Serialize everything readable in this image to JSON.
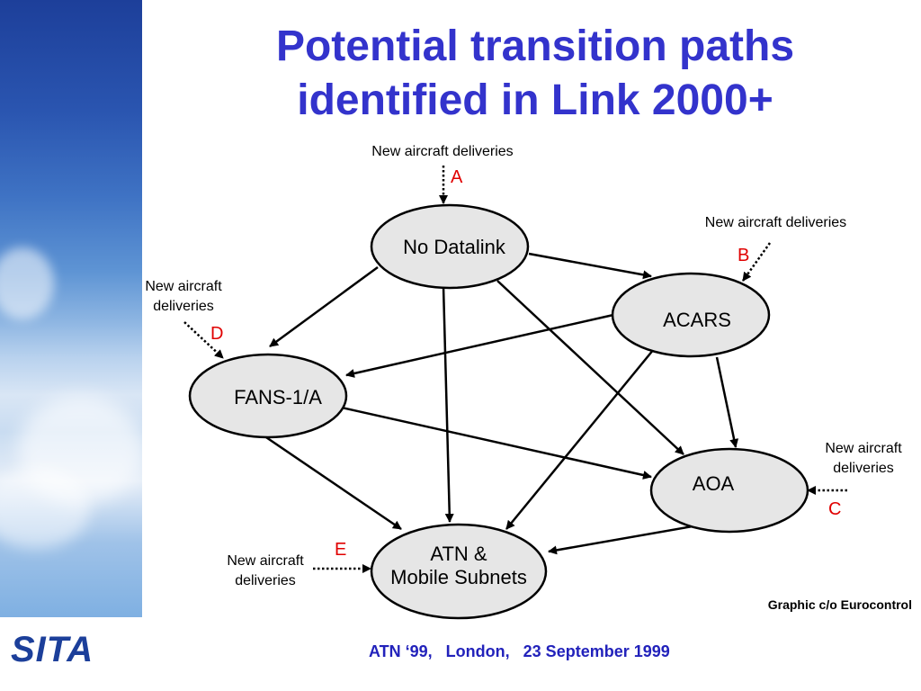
{
  "title": {
    "line1": "Potential transition paths",
    "line2": "identified in Link 2000+"
  },
  "nodes": {
    "no_datalink": "No Datalink",
    "acars": "ACARS",
    "fans": "FANS-1/A",
    "aoa": "AOA",
    "atn_line1": "ATN &",
    "atn_line2": "Mobile Subnets"
  },
  "deliveries": {
    "a": {
      "text": "New aircraft deliveries",
      "letter": "A"
    },
    "b": {
      "text": "New aircraft deliveries",
      "letter": "B"
    },
    "c": {
      "line1": "New aircraft",
      "line2": "deliveries",
      "letter": "C"
    },
    "d": {
      "line1": "New aircraft",
      "line2": "deliveries",
      "letter": "D"
    },
    "e": {
      "line1": "New aircraft",
      "line2": "deliveries",
      "letter": "E"
    }
  },
  "credit": "Graphic c/o Eurocontrol",
  "footer": "ATN ‘99,   London,   23 September 1999",
  "logo": "SITA",
  "colors": {
    "title": "#3333cc",
    "letters": "#e00000",
    "node_fill": "#e6e6e6",
    "footer": "#2222bb"
  }
}
